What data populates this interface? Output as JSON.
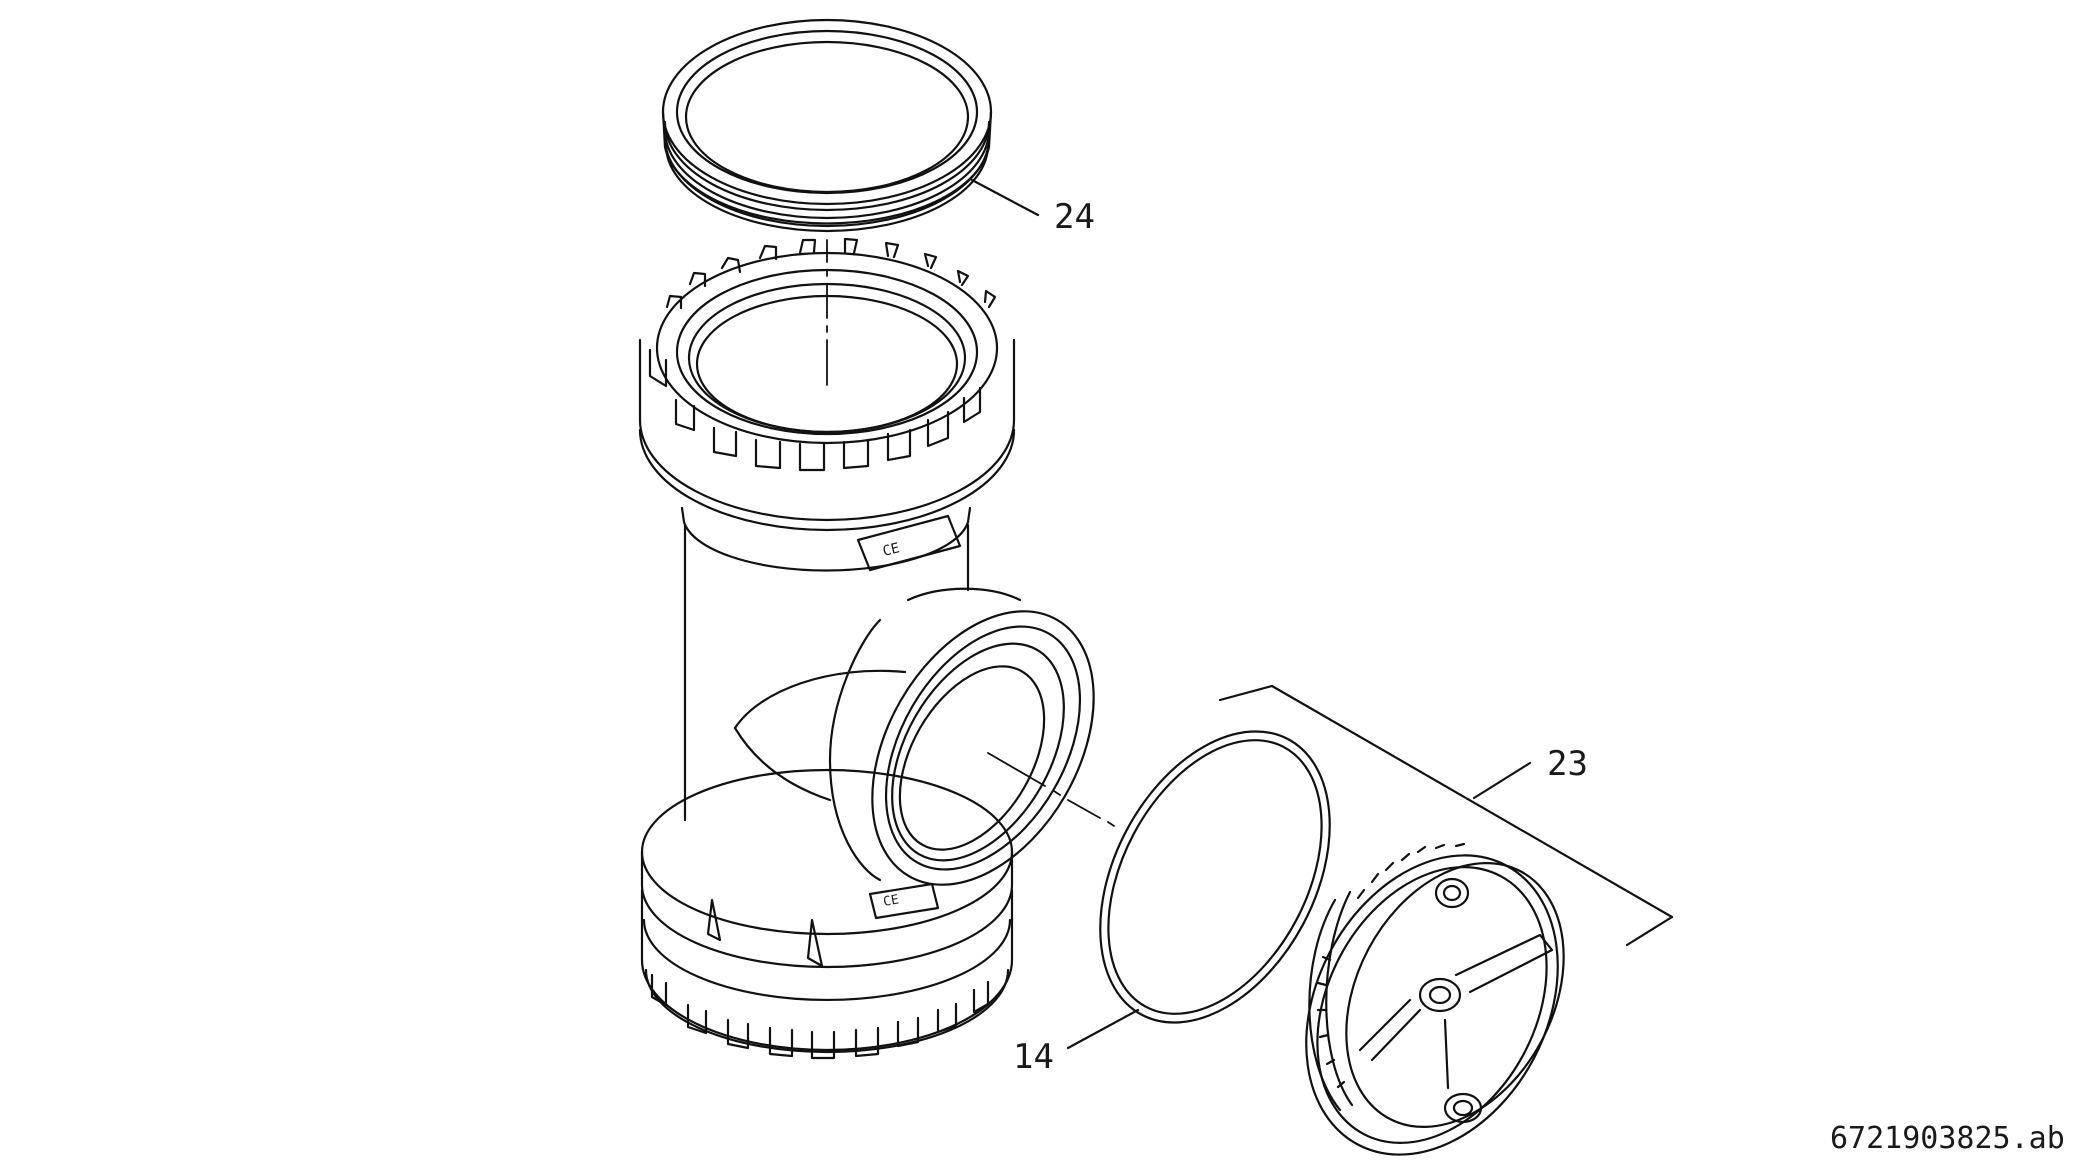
{
  "callouts": {
    "seal_ring": "24",
    "cleanout_cover_assembly": "23",
    "o_ring": "14"
  },
  "drawing_number": "6721903825.ab"
}
